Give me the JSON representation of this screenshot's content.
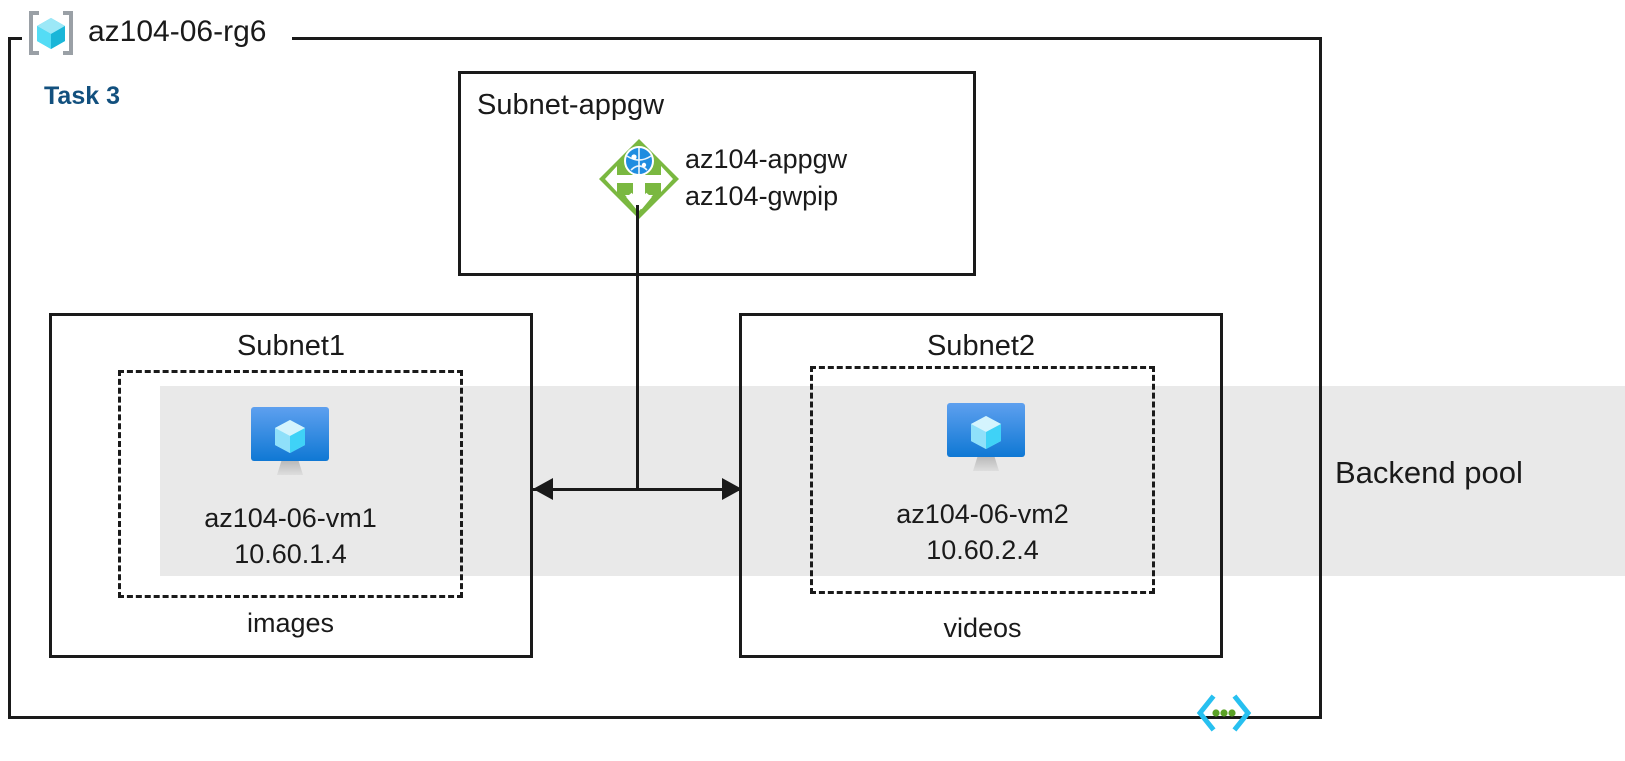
{
  "diagram": {
    "resource_group": {
      "name": "az104-06-rg6",
      "icon": "resource-group-cube-icon"
    },
    "task_label": "Task 3",
    "task_color": "#12507E",
    "backend_pool": {
      "label": "Backend pool",
      "band_color": "#E9E9E9"
    },
    "subnets": [
      {
        "id": "subnet-appgw",
        "title": "Subnet-appgw",
        "resources": [
          {
            "icon": "application-gateway-icon",
            "icon_color": "#7AB840",
            "lines": [
              "az104-appgw",
              "az104-gwpip"
            ]
          }
        ]
      },
      {
        "id": "subnet1",
        "title": "Subnet1",
        "caption": "images",
        "vm": {
          "icon": "virtual-machine-icon",
          "name": "az104-06-vm1",
          "ip": "10.60.1.4"
        }
      },
      {
        "id": "subnet2",
        "title": "Subnet2",
        "caption": "videos",
        "vm": {
          "icon": "virtual-machine-icon",
          "name": "az104-06-vm2",
          "ip": "10.60.2.4"
        }
      }
    ],
    "connectors": [
      {
        "id": "appgw-to-backend",
        "type": "vertical-line"
      },
      {
        "id": "subnet1-subnet2-link",
        "type": "double-arrow"
      }
    ],
    "marker": {
      "id": "code-dots-marker",
      "icon": "code-brackets-dots-icon",
      "bracket_color": "#27C0F0",
      "dot_color": "#5BA226"
    }
  }
}
